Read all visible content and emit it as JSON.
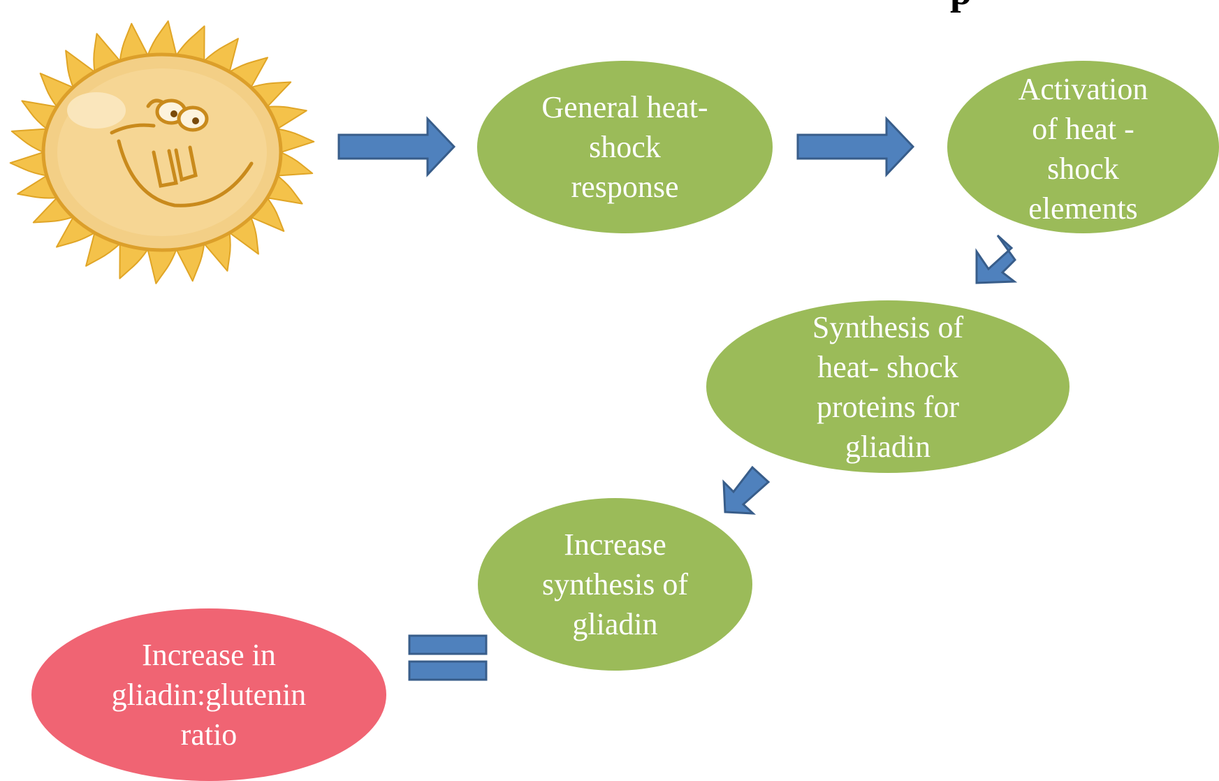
{
  "title_fragment": "p",
  "colors": {
    "process_node": "#9bbb59",
    "outcome_node": "#f06473",
    "arrow_fill": "#4f81bd",
    "arrow_stroke": "#385d8a",
    "sun_rays": "#f4c24a",
    "sun_body": "#f3cf86"
  },
  "icons": {
    "sun": "smiling-sun-icon"
  },
  "nodes": [
    {
      "id": "n1",
      "text": "General heat-\nshock\nresponse"
    },
    {
      "id": "n2",
      "text": "Activation\nof heat -\nshock\nelements"
    },
    {
      "id": "n3",
      "text": "Synthesis of\nheat- shock\nproteins for\ngliadin"
    },
    {
      "id": "n4",
      "text": "Increase\nsynthesis of\ngliadin"
    },
    {
      "id": "n5",
      "text": "Increase in\ngliadin:glutenin\nratio"
    }
  ],
  "connectors": [
    {
      "from": "sun",
      "to": "n1",
      "kind": "arrow"
    },
    {
      "from": "n1",
      "to": "n2",
      "kind": "arrow"
    },
    {
      "from": "n2",
      "to": "n3",
      "kind": "arrow"
    },
    {
      "from": "n3",
      "to": "n4",
      "kind": "arrow"
    },
    {
      "from": "n4",
      "to": "n5",
      "kind": "equals"
    }
  ]
}
